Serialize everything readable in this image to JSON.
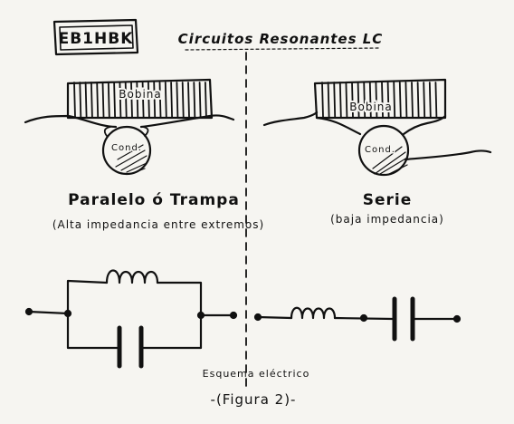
{
  "callsign": "EB1HBK",
  "title": "Circuitos Resonantes LC",
  "parallel": {
    "coil_label": "Bobina",
    "cap_label": "Cond.",
    "name": "Paralelo ó Trampa",
    "note": "(Alta impedancia entre extremos)"
  },
  "series": {
    "coil_label": "Bobina",
    "cap_label": "Cond.",
    "name": "Serie",
    "note": "(baja impedancia)"
  },
  "schematic_label": "Esquema eléctrico",
  "figure_label": "-(Figura 2)-"
}
